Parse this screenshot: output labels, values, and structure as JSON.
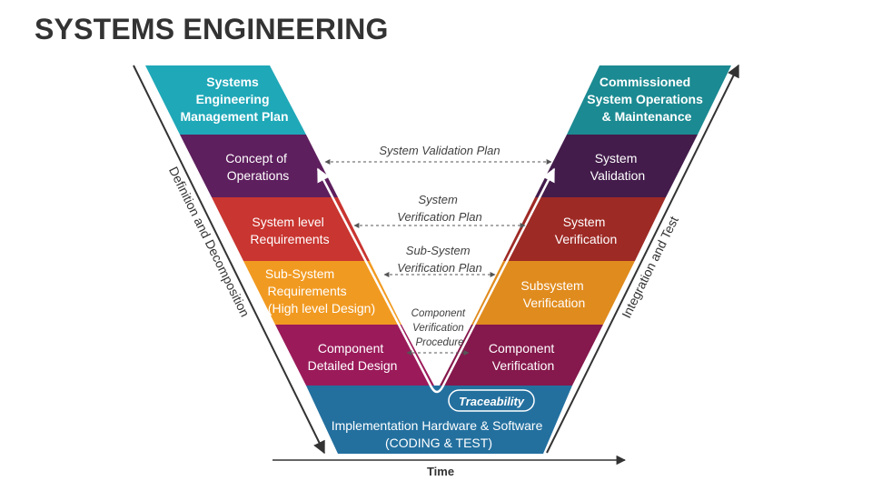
{
  "title": "SYSTEMS ENGINEERING",
  "colors": {
    "teal": "#1fa8b8",
    "purple": "#5e1f5e",
    "red": "#c93530",
    "orange": "#f19a21",
    "magenta": "#9b1a5a",
    "blue": "#23709f",
    "teal_dark": "#1b8a92",
    "dark_purple": "#431c4b",
    "dark_red": "#9e2a25",
    "dark_orange": "#e08b1d",
    "dark_magenta": "#85184c"
  },
  "left_stages": [
    {
      "lines": [
        "Systems",
        "Engineering",
        "Management Plan"
      ],
      "bold": true
    },
    {
      "lines": [
        "Concept of",
        "Operations"
      ],
      "bold": false
    },
    {
      "lines": [
        "System level",
        "Requirements"
      ],
      "bold": false
    },
    {
      "lines": [
        "Sub-System",
        "Requirements",
        "(High level Design)"
      ],
      "bold": false
    },
    {
      "lines": [
        "Component",
        "Detailed Design"
      ],
      "bold": false
    }
  ],
  "right_stages": [
    {
      "lines": [
        "Commissioned",
        "System Operations",
        "& Maintenance"
      ],
      "bold": true
    },
    {
      "lines": [
        "System",
        "Validation"
      ],
      "bold": false
    },
    {
      "lines": [
        "System",
        "Verification"
      ],
      "bold": false
    },
    {
      "lines": [
        "Subsystem",
        "Verification"
      ],
      "bold": false
    },
    {
      "lines": [
        "Component",
        "Verification"
      ],
      "bold": false
    }
  ],
  "bottom_stage": {
    "lines": [
      "Implementation Hardware & Software",
      "(CODING & TEST)"
    ]
  },
  "plans": [
    {
      "lines": [
        "System Validation Plan"
      ]
    },
    {
      "lines": [
        "System",
        "Verification Plan"
      ]
    },
    {
      "lines": [
        "Sub-System",
        "Verification Plan"
      ]
    },
    {
      "lines": [
        "Component",
        "Verification",
        "Procedure"
      ]
    }
  ],
  "traceability": "Traceability",
  "left_axis": "Definition and Decomposition",
  "right_axis": "Integration and Test",
  "time_axis": "Time"
}
